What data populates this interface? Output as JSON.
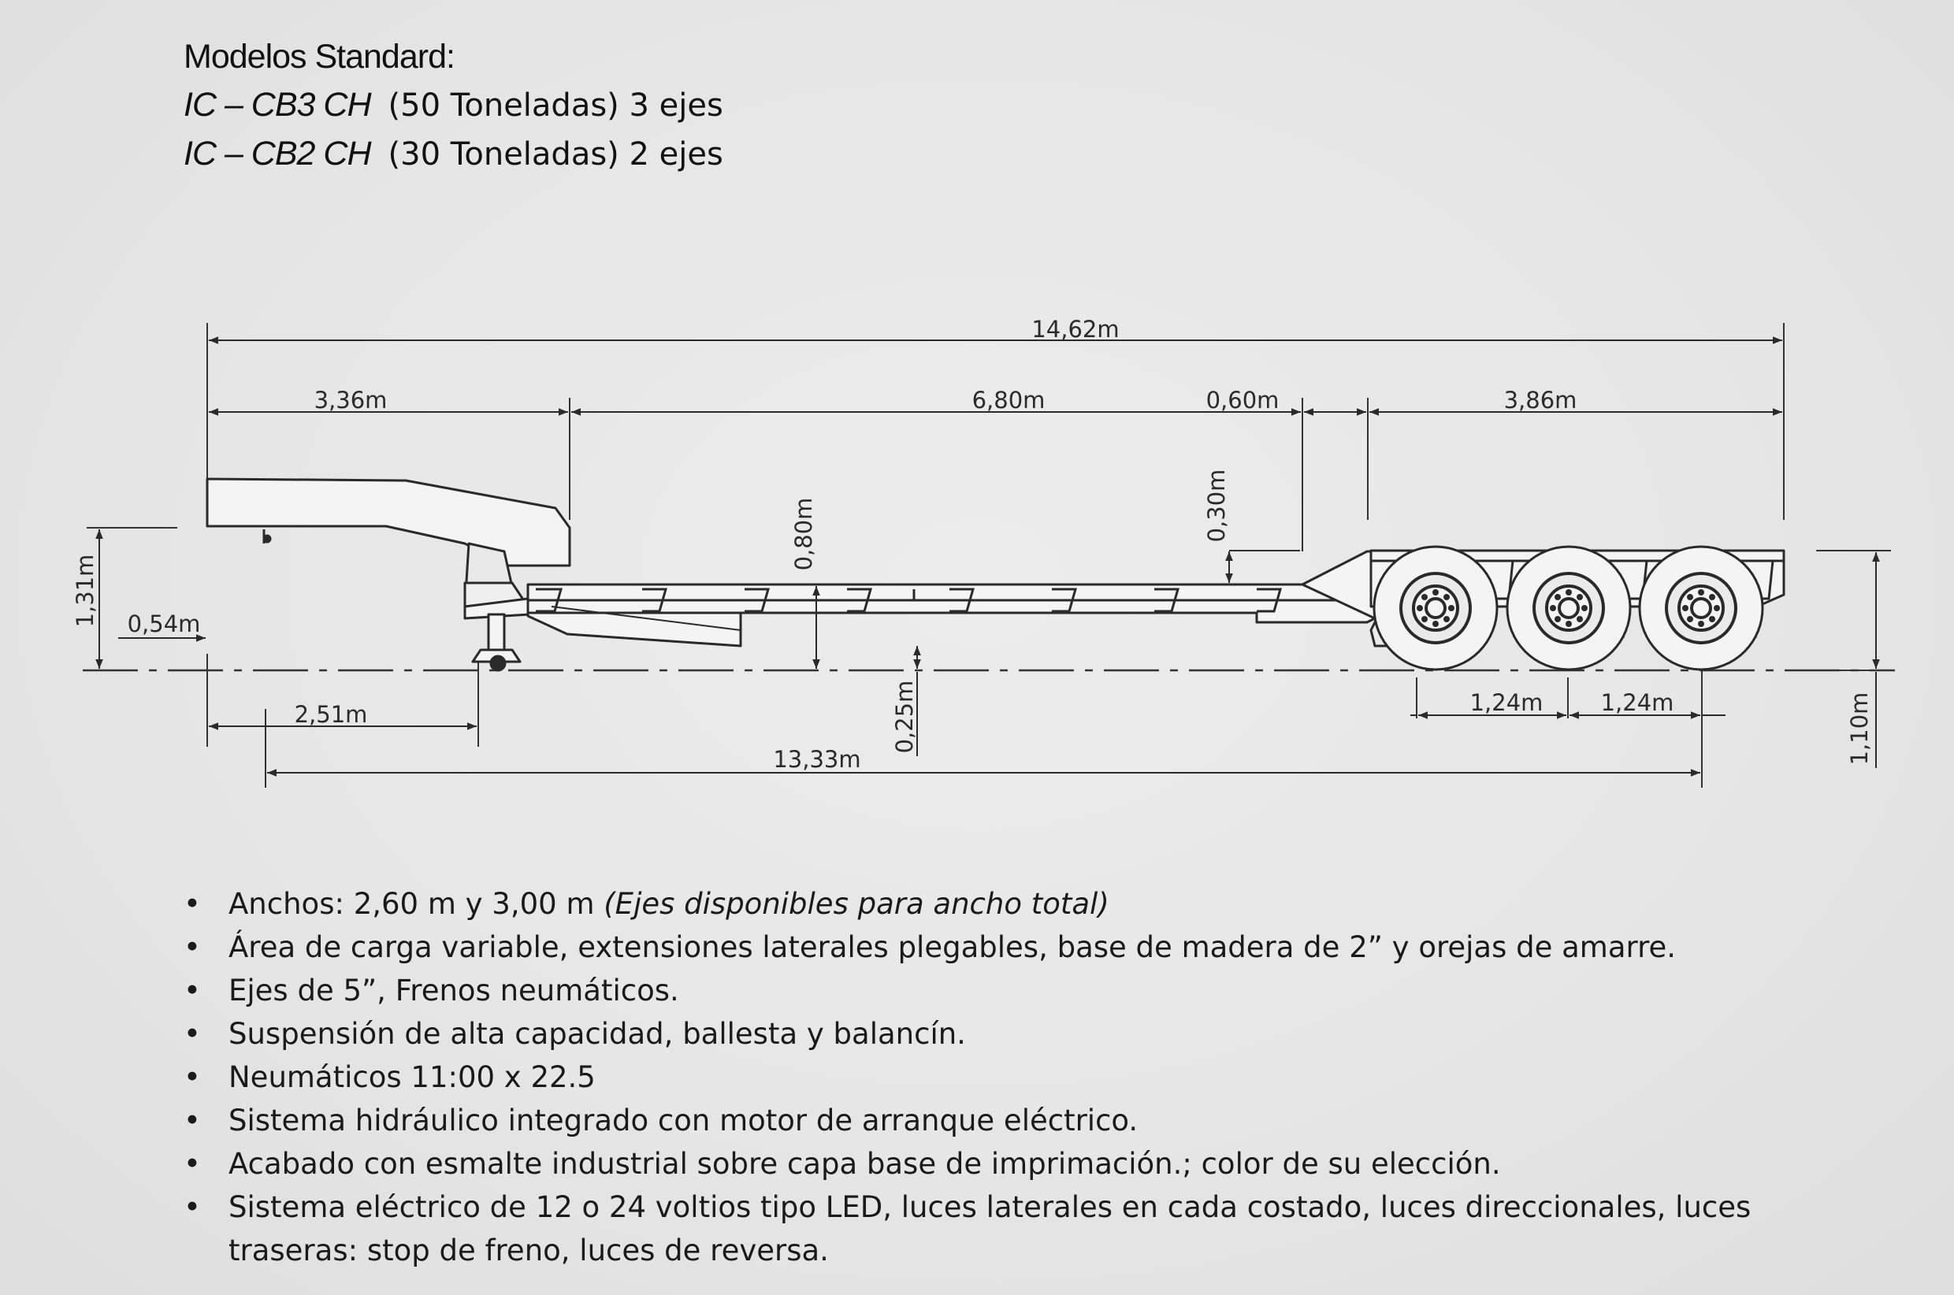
{
  "header": {
    "title": "Modelos Standard:",
    "models": [
      {
        "code": "IC – CB3 CH",
        "spec": "(50 Toneladas) 3 ejes"
      },
      {
        "code": "IC – CB2 CH",
        "spec": "(30 Toneladas) 2 ejes"
      }
    ]
  },
  "dimensions": {
    "overall_length": "14,62m",
    "gooseneck_length": "3,36m",
    "deck_length": "6,80m",
    "ramp_length": "0,60m",
    "rear_length": "3,86m",
    "deck_depth": "0,80m",
    "ramp_rise": "0,30m",
    "front_height": "1,31m",
    "front_offset": "0,54m",
    "kingpin_to_landing_gear": "2,51m",
    "ground_clearance": "0,25m",
    "kingpin_to_rear_axle": "13,33m",
    "axle_spacing_1": "1,24m",
    "axle_spacing_2": "1,24m",
    "deck_height": "1,10m"
  },
  "features": [
    {
      "text": "Anchos: 2,60 m y 3,00 m ",
      "em": "(Ejes disponibles para ancho total)"
    },
    {
      "text": "Área de carga variable, extensiones laterales plegables, base de madera de 2” y orejas de amarre.",
      "em": ""
    },
    {
      "text": "Ejes de 5”, Frenos neumáticos.",
      "em": ""
    },
    {
      "text": "Suspensión de alta capacidad, ballesta y balancín.",
      "em": ""
    },
    {
      "text": "Neumáticos 11:00 x 22.5",
      "em": ""
    },
    {
      "text": "Sistema hidráulico integrado con motor de arranque eléctrico.",
      "em": ""
    },
    {
      "text": "Acabado con esmalte industrial sobre capa base de imprimación.; color de su elección.",
      "em": ""
    },
    {
      "text": "Sistema eléctrico de 12 o 24 voltios tipo LED, luces laterales en cada costado, luces direccionales, luces traseras: stop de freno, luces de reversa.",
      "em": ""
    }
  ],
  "colors": {
    "background": "#e6e6e6",
    "line": "#2a2a2a",
    "trailer_fill": "#f4f4f4"
  }
}
